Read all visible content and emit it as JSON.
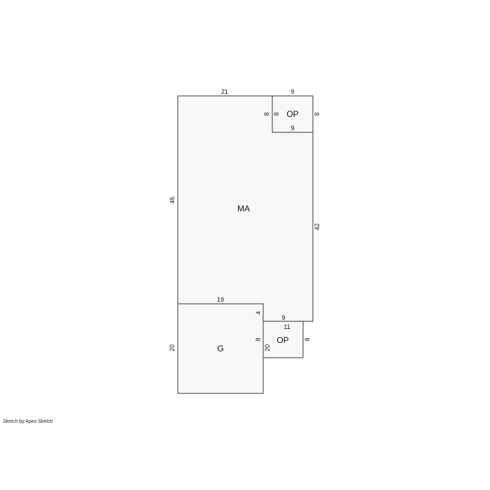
{
  "areas": {
    "main": "MA",
    "porch_top": "OP",
    "garage": "G",
    "porch_bottom": "OP"
  },
  "dimensions": {
    "ma_top": "21",
    "ma_left": "46",
    "ma_right": "42",
    "op_top_top": "9",
    "op_top_bottom": "9",
    "op_top_left_outer": "8",
    "op_top_left_inner": "8",
    "op_top_right": "8",
    "g_top": "19",
    "g_left": "20",
    "g_right_upper": "4",
    "g_right_lower": "8",
    "op_bottom_top_outer": "9",
    "op_bottom_top_inner": "11",
    "op_bottom_left": "20",
    "op_bottom_right": "8"
  },
  "footer": {
    "credit": "Sketch by Apex Sketch"
  }
}
